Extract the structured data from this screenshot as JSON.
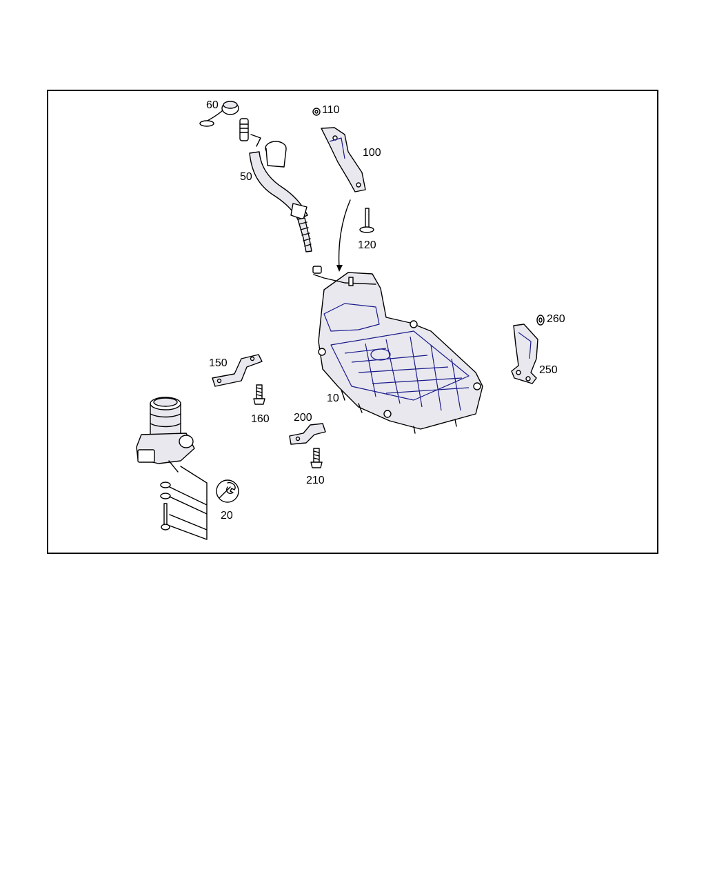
{
  "callouts": {
    "c10": "10",
    "c20": "20",
    "c50": "50",
    "c60": "60",
    "c100": "100",
    "c110": "110",
    "c120": "120",
    "c150": "150",
    "c160": "160",
    "c200": "200",
    "c210": "210",
    "c250": "250",
    "c260": "260"
  },
  "colors": {
    "line": "#000000",
    "detail": "#1a1a8c",
    "background": "#ffffff"
  },
  "icons": {
    "tool_symbol": "wrench-icon"
  }
}
